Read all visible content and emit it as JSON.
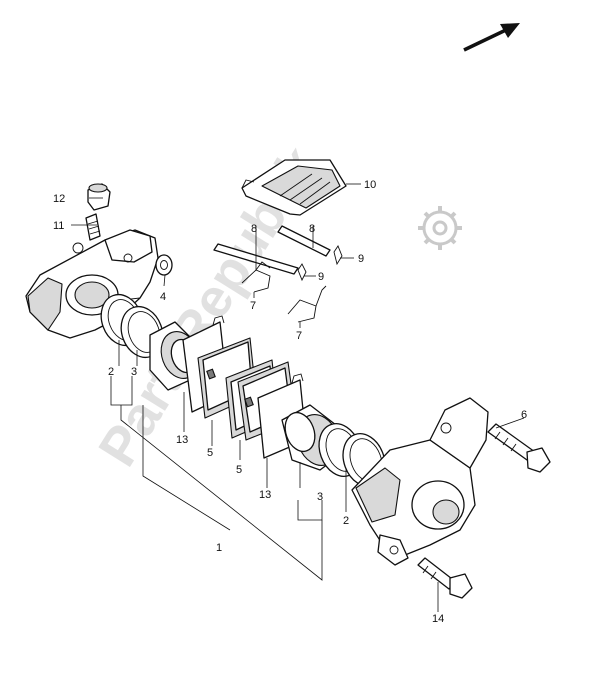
{
  "watermark": "PartsRepublik",
  "callouts": {
    "c1": "1",
    "c2a": "2",
    "c2b": "2",
    "c3a": "3",
    "c3b": "3",
    "c4": "4",
    "c5a": "5",
    "c5b": "5",
    "c6": "6",
    "c7a": "7",
    "c7b": "7",
    "c8a": "8",
    "c8b": "8",
    "c9a": "9",
    "c9b": "9",
    "c10": "10",
    "c11": "11",
    "c12": "12",
    "c13a": "13",
    "c13b": "13",
    "c14": "14"
  }
}
